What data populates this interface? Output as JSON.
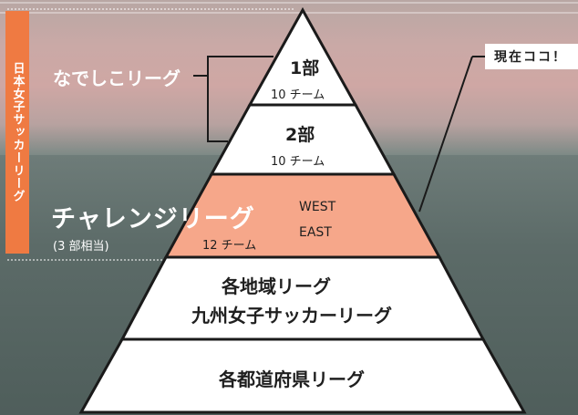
{
  "side_label": "日本女子サッカーリーグ",
  "callout": "現在ココ！",
  "nadeshiko_label": "なでしこリーグ",
  "challenge_label": "チャレンジリーグ",
  "challenge_note": "(3 部相当)",
  "tiers": {
    "div1": {
      "title": "1部",
      "teams": "10 チーム"
    },
    "div2": {
      "title": "2部",
      "teams": "10 チーム"
    },
    "challenge": {
      "teams": "12 チーム",
      "west": "WEST",
      "east": "EAST"
    },
    "regional": {
      "line1": "各地域リーグ",
      "line2": "九州女子サッカーリーグ"
    },
    "prefectural": {
      "title": "各都道府県リーグ"
    }
  },
  "colors": {
    "highlight": "#f6a78a",
    "sidebar": "#ef7a42",
    "tier_fill": "#ffffff"
  }
}
